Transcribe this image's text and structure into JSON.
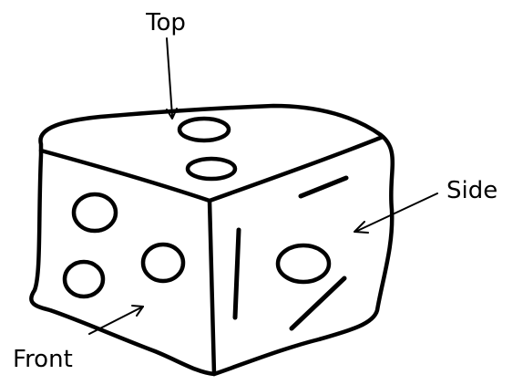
{
  "labels": {
    "top": "Top",
    "side": "Side",
    "front": "Front"
  },
  "colors": {
    "ink": "#000000",
    "background": "#ffffff"
  }
}
